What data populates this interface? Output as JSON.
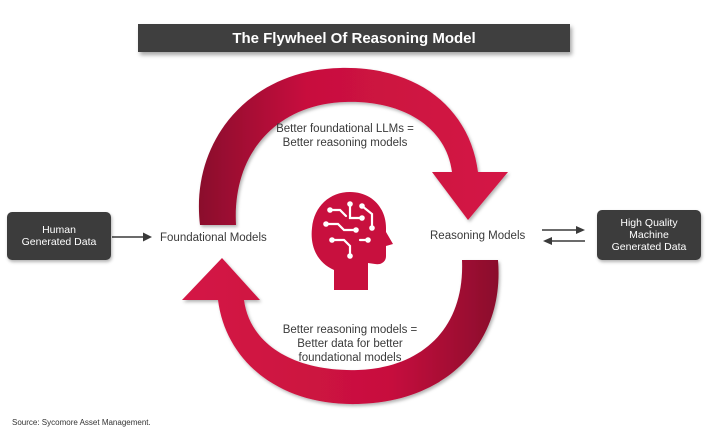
{
  "title": "The Flywheel Of Reasoning Model",
  "nodes": {
    "human_data": [
      "Human",
      "Generated Data"
    ],
    "foundational_models": "Foundational Models",
    "reasoning_models": "Reasoning Models",
    "high_quality_data": [
      "High Quality",
      "Machine",
      "Generated Data"
    ]
  },
  "cycle_labels": {
    "top": [
      "Better foundational LLMs =",
      "Better reasoning models"
    ],
    "bottom": [
      "Better reasoning models =",
      "Better data for better",
      "foundational models"
    ]
  },
  "source": "Source: Sycomore Asset Management.",
  "colors": {
    "arrow": "#c8103e",
    "arrow_dark": "#8a0c2c",
    "box": "#3c3c3c",
    "title_bg": "#3f3f3f",
    "head_icon": "#c8103e"
  },
  "icons": {
    "center": "brain-circuit-head-icon"
  }
}
